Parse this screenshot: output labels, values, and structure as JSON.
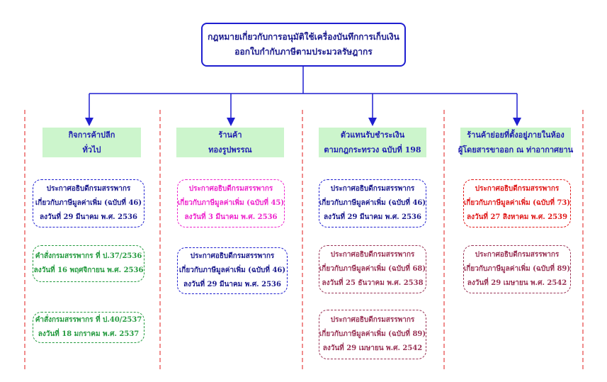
{
  "root": {
    "line1": "กฎหมายเกี่ยวกับการอนุมัติใช้เครื่องบันทึกการเก็บเงิน",
    "line2": "ออกใบกำกับภาษีตามประมวลรัษฎากร"
  },
  "columns": [
    {
      "header": {
        "line1": "กิจการค้าปลีก",
        "line2": "ทั่วไป"
      },
      "items": [
        {
          "color": "blue",
          "lines": [
            "ประกาศอธิบดีกรมสรรพากร",
            "เกี่ยวกับภาษีมูลค่าเพิ่ม (ฉบับที่ 46)",
            "ลงวันที่ 29 มีนาคม พ.ศ. 2536"
          ]
        },
        {
          "color": "green",
          "lines": [
            "คำสั่งกรมสรรพากร ที่ ป.37/2536",
            "ลงวันที่ 16 พฤศจิกายน พ.ศ. 2536"
          ]
        },
        {
          "color": "green",
          "lines": [
            "คำสั่งกรมสรรพากร ที่ ป.40/2537",
            "ลงวันที่ 18 มกราคม พ.ศ. 2537"
          ]
        }
      ]
    },
    {
      "header": {
        "line1": "ร้านค้า",
        "line2": "ทองรูปพรรณ"
      },
      "items": [
        {
          "color": "magenta",
          "lines": [
            "ประกาศอธิบดีกรมสรรพากร",
            "เกี่ยวกับภาษีมูลค่าเพิ่ม (ฉบับที่ 45)",
            "ลงวันที่ 3 มีนาคม พ.ศ. 2536"
          ]
        },
        {
          "color": "blue",
          "lines": [
            "ประกาศอธิบดีกรมสรรพากร",
            "เกี่ยวกับภาษีมูลค่าเพิ่ม (ฉบับที่ 46)",
            "ลงวันที่ 29 มีนาคม พ.ศ. 2536"
          ]
        }
      ]
    },
    {
      "header": {
        "line1": "ตัวแทนรับชำระเงิน",
        "line2": "ตามกฎกระทรวง ฉบับที่ 198"
      },
      "items": [
        {
          "color": "blue",
          "lines": [
            "ประกาศอธิบดีกรมสรรพากร",
            "เกี่ยวกับภาษีมูลค่าเพิ่ม (ฉบับที่ 46)",
            "ลงวันที่ 29 มีนาคม พ.ศ. 2536"
          ]
        },
        {
          "color": "maroon",
          "lines": [
            "ประกาศอธิบดีกรมสรรพากร",
            "เกี่ยวกับภาษีมูลค่าเพิ่ม (ฉบับที่ 68)",
            "ลงวันที่ 25 ธันวาคม พ.ศ. 2538"
          ]
        },
        {
          "color": "maroon",
          "lines": [
            "ประกาศอธิบดีกรมสรรพากร",
            "เกี่ยวกับภาษีมูลค่าเพิ่ม (ฉบับที่ 89)",
            "ลงวันที่ 29 เมษายน พ.ศ. 2542"
          ]
        }
      ]
    },
    {
      "header": {
        "line1": "ร้านค้าย่อยที่ตั้งอยู่ภายในห้อง",
        "line2": "ผู้โดยสารขาออก ณ ท่าอากาศยาน"
      },
      "items": [
        {
          "color": "red",
          "lines": [
            "ประกาศอธิบดีกรมสรรพากร",
            "เกี่ยวกับภาษีมูลค่าเพิ่ม (ฉบับที่ 73)",
            "ลงวันที่ 27 สิงหาคม พ.ศ. 2539"
          ]
        },
        {
          "color": "maroon",
          "lines": [
            "ประกาศอธิบดีกรมสรรพากร",
            "เกี่ยวกับภาษีมูลค่าเพิ่ม (ฉบับที่ 89)",
            "ลงวันที่ 29 เมษายน พ.ศ. 2542"
          ]
        }
      ]
    }
  ]
}
